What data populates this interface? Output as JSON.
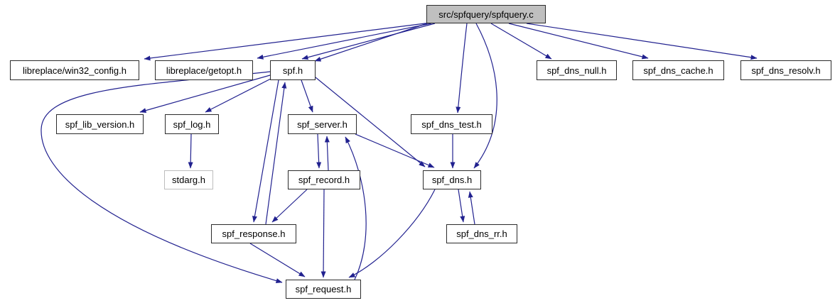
{
  "diagram": {
    "type": "include-dependency-graph",
    "colors": {
      "edge": "#21218f",
      "node_fill": "#ffffff",
      "node_border": "#2b2b2b",
      "source_node_fill": "#bfbfbf",
      "external_node_border": "#bdbdbd"
    },
    "nodes": [
      {
        "id": "spfquery",
        "label": "src/spfquery/spfquery.c",
        "kind": "source"
      },
      {
        "id": "win32",
        "label": "libreplace/win32_config.h",
        "kind": "internal"
      },
      {
        "id": "getopt",
        "label": "libreplace/getopt.h",
        "kind": "internal"
      },
      {
        "id": "spf",
        "label": "spf.h",
        "kind": "internal"
      },
      {
        "id": "dnsnull",
        "label": "spf_dns_null.h",
        "kind": "internal"
      },
      {
        "id": "dnscache",
        "label": "spf_dns_cache.h",
        "kind": "internal"
      },
      {
        "id": "dnsresolv",
        "label": "spf_dns_resolv.h",
        "kind": "internal"
      },
      {
        "id": "libver",
        "label": "spf_lib_version.h",
        "kind": "internal"
      },
      {
        "id": "log",
        "label": "spf_log.h",
        "kind": "internal"
      },
      {
        "id": "server",
        "label": "spf_server.h",
        "kind": "internal"
      },
      {
        "id": "dnstest",
        "label": "spf_dns_test.h",
        "kind": "internal"
      },
      {
        "id": "stdarg",
        "label": "stdarg.h",
        "kind": "external"
      },
      {
        "id": "record",
        "label": "spf_record.h",
        "kind": "internal"
      },
      {
        "id": "dns",
        "label": "spf_dns.h",
        "kind": "internal"
      },
      {
        "id": "response",
        "label": "spf_response.h",
        "kind": "internal"
      },
      {
        "id": "dnsrr",
        "label": "spf_dns_rr.h",
        "kind": "internal"
      },
      {
        "id": "request",
        "label": "spf_request.h",
        "kind": "internal"
      }
    ],
    "edges": [
      {
        "from": "spfquery",
        "to": "win32"
      },
      {
        "from": "spfquery",
        "to": "getopt"
      },
      {
        "from": "spfquery",
        "to": "spf"
      },
      {
        "from": "spfquery",
        "to": "spf"
      },
      {
        "from": "spfquery",
        "to": "dnsnull"
      },
      {
        "from": "spfquery",
        "to": "dnscache"
      },
      {
        "from": "spfquery",
        "to": "dnsresolv"
      },
      {
        "from": "spfquery",
        "to": "dnstest"
      },
      {
        "from": "spfquery",
        "to": "dns"
      },
      {
        "from": "spf",
        "to": "libver"
      },
      {
        "from": "spf",
        "to": "log"
      },
      {
        "from": "spf",
        "to": "server"
      },
      {
        "from": "spf",
        "to": "response"
      },
      {
        "from": "spf",
        "to": "dns"
      },
      {
        "from": "spf",
        "to": "request"
      },
      {
        "from": "log",
        "to": "stdarg"
      },
      {
        "from": "server",
        "to": "record"
      },
      {
        "from": "record",
        "to": "server"
      },
      {
        "from": "server",
        "to": "dns"
      },
      {
        "from": "record",
        "to": "response"
      },
      {
        "from": "record",
        "to": "request"
      },
      {
        "from": "response",
        "to": "spf"
      },
      {
        "from": "response",
        "to": "request"
      },
      {
        "from": "dnstest",
        "to": "dns"
      },
      {
        "from": "dns",
        "to": "dnsrr"
      },
      {
        "from": "dnsrr",
        "to": "dns"
      },
      {
        "from": "dns",
        "to": "request"
      },
      {
        "from": "request",
        "to": "server"
      }
    ]
  }
}
